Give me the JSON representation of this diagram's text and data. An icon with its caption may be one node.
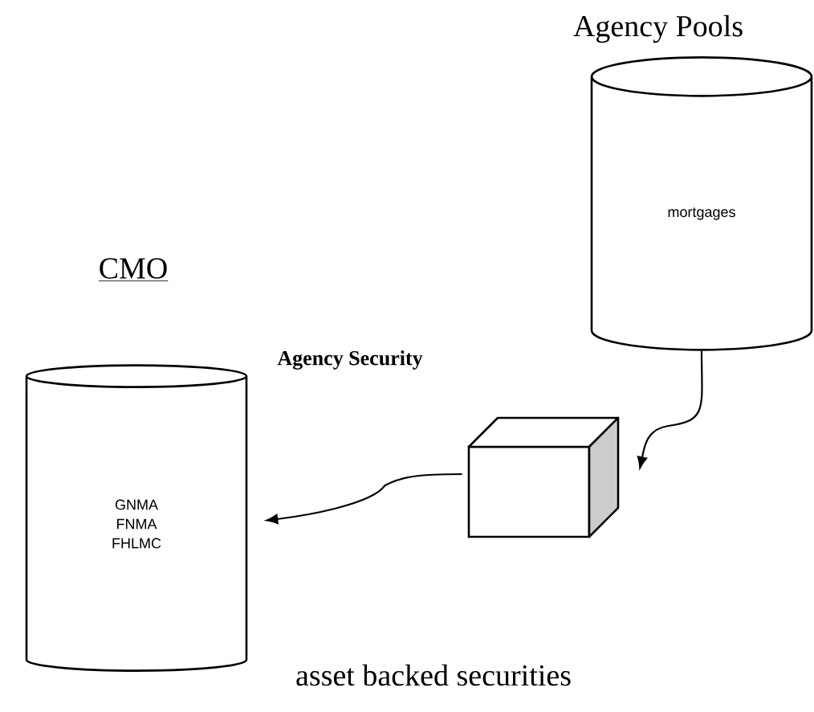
{
  "diagram": {
    "nodes": [
      {
        "text": [
          "Agency Pools",
          "mortgages"
        ]
      },
      {
        "text": [],
        "shape": "box"
      },
      {
        "text": [
          "CMO",
          "GNMA FNMA FHLMC"
        ]
      }
    ],
    "labels": [
      "Agency Security",
      "asset backed securities"
    ],
    "edges": [
      {
        "from": 0,
        "to": 1,
        "arrow": "to"
      },
      {
        "from": 1,
        "to": 2,
        "arrow": "to"
      }
    ]
  }
}
